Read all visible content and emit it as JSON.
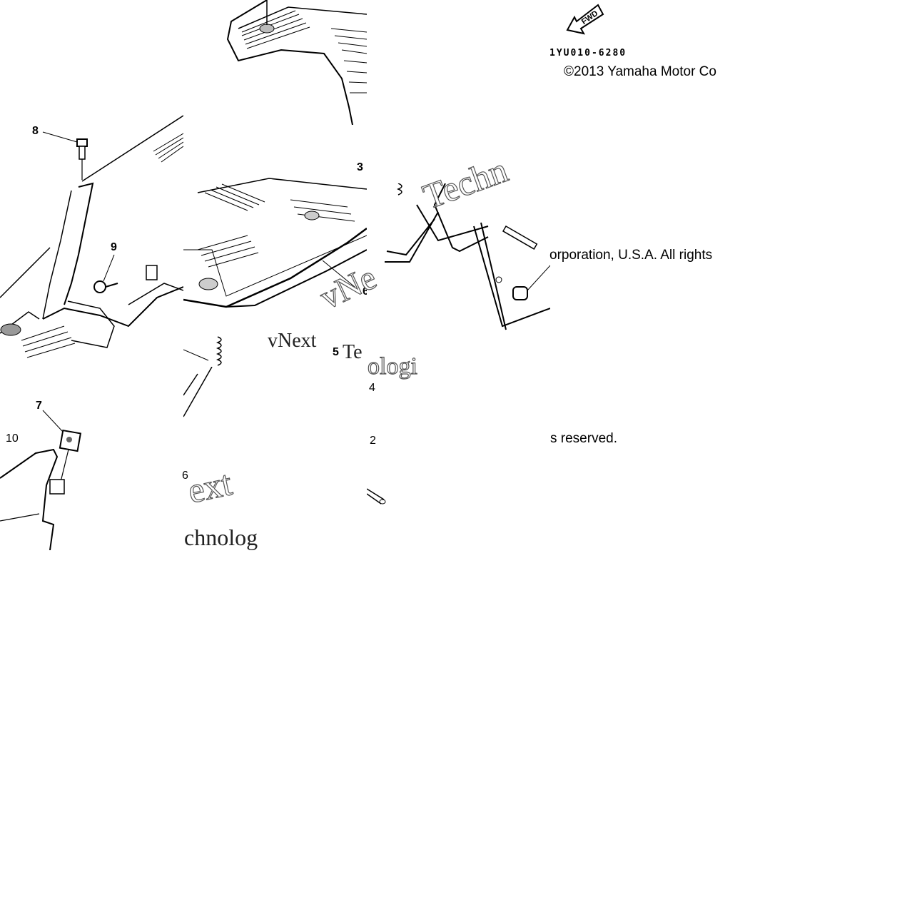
{
  "diagram": {
    "part_number": "1YU010-6280",
    "copyright_line1": "©2013 Yamaha Motor Co",
    "copyright_line2": "orporation, U.S.A. All rights",
    "copyright_line3": "s reserved.",
    "fwd_arrow_label": "FWD",
    "callouts": {
      "c2": "2",
      "c3": "3",
      "c4": "4",
      "c5": "5",
      "c6a": "6",
      "c6b": "6",
      "c7": "7",
      "c8": "8",
      "c9": "9",
      "c10": "10"
    },
    "watermarks": {
      "w1": "vNext",
      "w2": "Te",
      "w3": "ext",
      "w4": "chnolog",
      "w5": "Techn",
      "w6": "vNe",
      "w7": "ologi"
    }
  }
}
